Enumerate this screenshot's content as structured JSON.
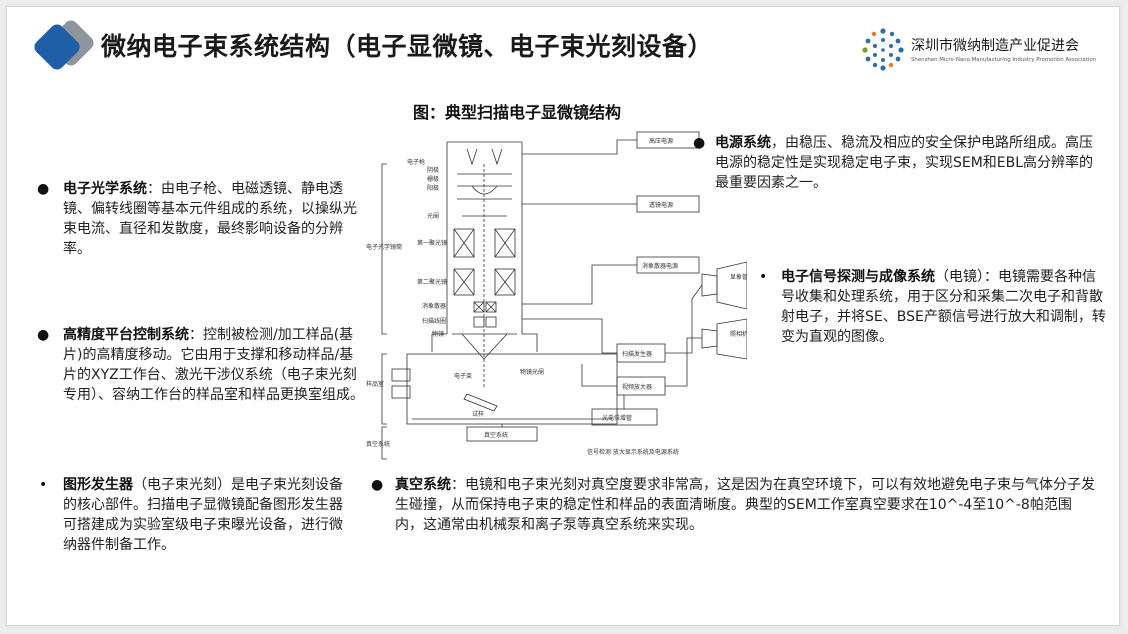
{
  "slide": {
    "title": "微纳电子束系统结构（电子显微镜、电子束光刻设备）",
    "organization": {
      "name": "深圳市微纳制造产业促进会",
      "name_en": "Shenzhen Micro-Nano Manufacturing Industry Promotion Association"
    }
  },
  "diagram": {
    "title": "图：典型扫描电子显微镜结构",
    "labels": {
      "hv_power": "高压电源",
      "electron_gun": "电子枪",
      "cathode": "阴极",
      "grid": "栅极",
      "anode": "阳极",
      "aperture": "光阑",
      "first_condenser": "第一聚光镜",
      "second_condenser": "第二聚光镜",
      "stigmator": "消象散器",
      "scan_coil": "扫描线圈",
      "objective": "物镜",
      "optics_system": "电子光学镜筒",
      "lens_power": "透镜电源",
      "stig_power": "消象散器电源",
      "scan_generator": "扫描发生器",
      "video_amp": "视频放大器",
      "display_tube": "显象管",
      "camera": "照相机",
      "electron_beam": "电子束",
      "objective_aperture": "物镜光阑",
      "specimen": "试样",
      "specimen_chamber": "样品室",
      "pmt": "光电倍增管",
      "vacuum_system": "真空系统",
      "vacuum_label": "真空系统",
      "signal_caption": "信号检测  放大显示系统及电源系统"
    }
  },
  "sections": {
    "electron_optics": {
      "heading": "电子光学系统",
      "text": "：由电子枪、电磁透镜、静电透镜、偏转线圈等基本元件组成的系统，以操纵光束电流、直径和发散度，最终影响设备的分辨率。"
    },
    "stage": {
      "heading": "高精度平台控制系统",
      "text": "：控制被检测/加工样品(基片)的高精度移动。它由用于支撑和移动样品/基片的XYZ工作台、激光干涉仪系统（电子束光刻专用）、容纳工作台的样品室和样品更换室组成。"
    },
    "pattern": {
      "heading": "图形发生器",
      "text": "（电子束光刻）是电子束光刻设备的核心部件。扫描电子显微镜配备图形发生器可搭建成为实验室级电子束曝光设备，进行微纳器件制备工作。"
    },
    "power": {
      "heading": "电源系统",
      "text": "，由稳压、稳流及相应的安全保护电路所组成。高压电源的稳定性是实现稳定电子束，实现SEM和EBL高分辨率的最重要因素之一。"
    },
    "detection": {
      "heading": "电子信号探测与成像系统",
      "text": "（电镜）：电镜需要各种信号收集和处理系统，用于区分和采集二次电子和背散射电子，并将SE、BSE产额信号进行放大和调制，转变为直观的图像。"
    },
    "vacuum": {
      "heading": "真空系统",
      "text": "：电镜和电子束光刻对真空度要求非常高，这是因为在真空环境下，可以有效地避免电子束与气体分子发生碰撞，从而保持电子束的稳定性和样品的表面清晰度。典型的SEM工作室真空要求在10^-4至10^-8帕范围内，这通常由机械泵和离子泵等真空系统来实现。"
    }
  },
  "bullets": {
    "round": "●",
    "dot": "•"
  },
  "colors": {
    "accent_blue": "#1f5fa8",
    "accent_gray": "#8e959c",
    "org_blue": "#2b6cb0"
  },
  "icons": [
    "diamond-logo",
    "dot-cluster-logo"
  ]
}
